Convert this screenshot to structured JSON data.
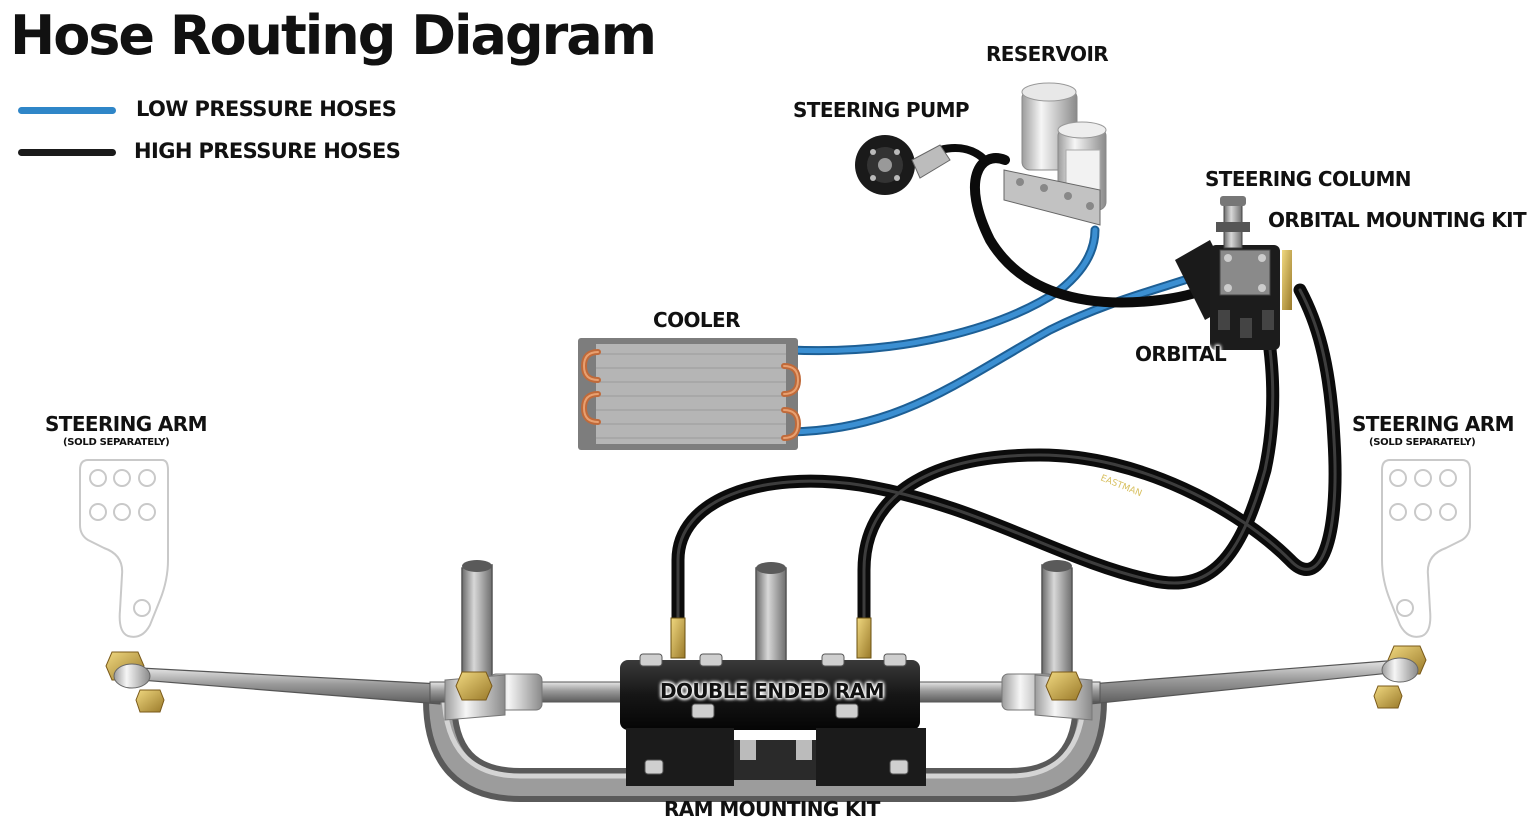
{
  "title": "Hose Routing Diagram",
  "legend": {
    "items": [
      {
        "label": "LOW PRESSURE HOSES",
        "color": "#2f86c8"
      },
      {
        "label": "HIGH PRESSURE HOSES",
        "color": "#1a1a1a"
      }
    ]
  },
  "labels": {
    "reservoir": "RESERVOIR",
    "steering_pump": "STEERING PUMP",
    "steering_column": "STEERING COLUMN",
    "orbital_mounting_kit": "ORBITAL MOUNTING KIT",
    "orbital": "ORBITAL",
    "cooler": "COOLER",
    "steering_arm_left": "STEERING ARM",
    "steering_arm_left_note": "(SOLD SEPARATELY)",
    "steering_arm_right": "STEERING ARM",
    "steering_arm_right_note": "(SOLD SEPARATELY)",
    "double_ended_ram": "DOUBLE ENDED RAM",
    "ram_mounting_kit": "RAM MOUNTING KIT"
  },
  "hose_print": "EASTMAN"
}
